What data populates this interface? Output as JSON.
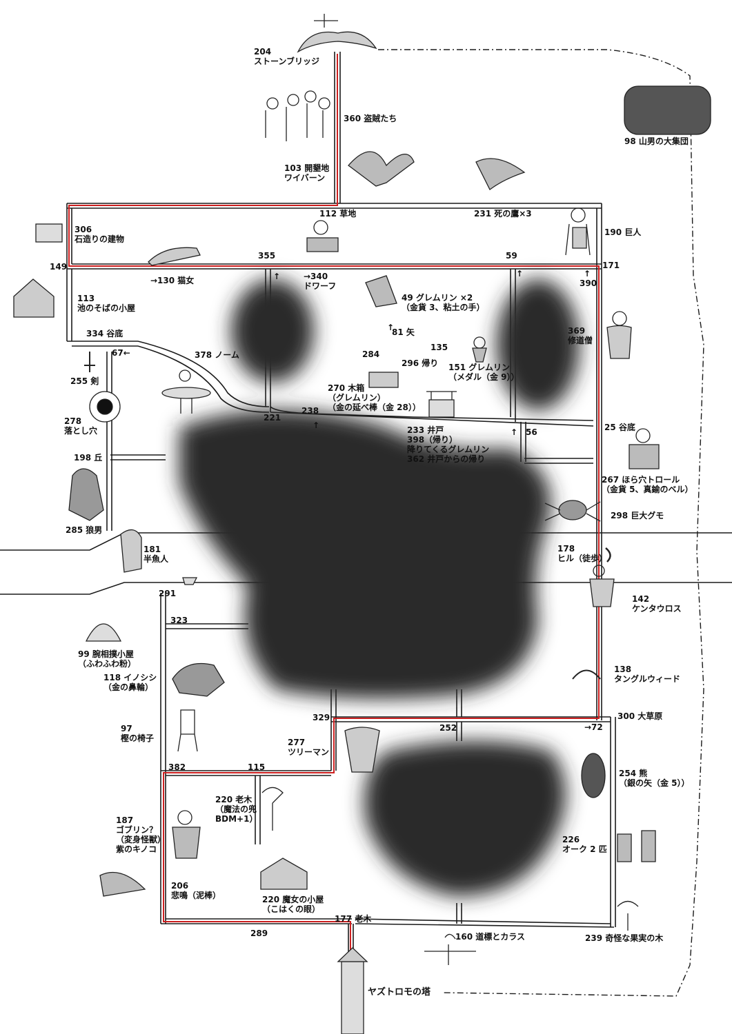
{
  "colors": {
    "route": "#cc1f1f",
    "road": "#1a1a1a",
    "fog": "#2a2a2a",
    "paper": "#ffffff"
  },
  "labels": {
    "l204": "204\nストーンブリッジ",
    "l360": "360 盗賊たち",
    "l98": "98 山男の大集団",
    "l103": "103 開墾地\nワイバーン",
    "l112": "112 草地",
    "l231": "231 死の鷹×3",
    "l306": "306\n石造りの建物",
    "l190": "190 巨人",
    "l149": "149",
    "l355": "355",
    "l59": "59",
    "l171": "171",
    "l130": "→130 猫女",
    "l340": "→340\nドワーフ",
    "l49": "49 グレムリン ×2\n（金貨 3、粘土の手）",
    "l390": "390",
    "l113": "113\n池のそばの小屋",
    "l369": "369\n修道僧",
    "l334": "334 谷底",
    "l81": "81 矢",
    "l378": "378 ノーム",
    "l135": "135",
    "l284": "284",
    "l296": "296 帰り",
    "l151": "151 グレムリン\n（メダル（金 9））",
    "l67": "67←",
    "l255": "255 剣",
    "l270": "270 木箱\n（グレムリン）\n（金の延べ棒（金 28））",
    "l278": "278\n落とし穴",
    "l221": "221",
    "l238": "238",
    "l233": "233 井戸\n398（帰り）\n降りてくるグレムリン\n362 井戸からの帰り",
    "l56": "56",
    "l25": "25 谷底",
    "l198": "198 丘",
    "l267": "267 ほら穴トロール\n（金貨 5、真鍮のベル）",
    "l298": "298 巨大グモ",
    "l285": "285 狼男",
    "l181": "181\n半魚人",
    "l178": "178\nヒル（徒歩）",
    "l142": "142\nケンタウロス",
    "l291": "291",
    "l323": "323",
    "l99": "99 腕相撲小屋\n（ふわふわ粉）",
    "l118": "118 イノシシ\n（金の鼻輪）",
    "l138": "138\nタングルウィード",
    "l97": "97\n樫の椅子",
    "l329": "329",
    "l252": "252",
    "l300": "300 大草原",
    "l72": "→72",
    "l277": "277\nツリーマン",
    "l382": "382",
    "l115": "115",
    "l254": "254 熊\n（銀の矢（金 5））",
    "l220a": "220 老木\n（魔法の兜\nBDM+1）",
    "l187": "187\nゴブリン？\n（変身怪獣）\n紫のキノコ",
    "l226": "226\nオーク 2 匹",
    "l206": "206\n悲鳴（泥棒）",
    "l220b": "220 魔女の小屋\n（こはくの眼）",
    "l177": "177 老木",
    "l289": "289",
    "l160": "160 道標とカラス",
    "l239": "239 奇怪な果実の木",
    "lYaz": "ヤズトロモの塔",
    "u1": "↑",
    "u2": "↑",
    "u3": "↑",
    "u4": "↑",
    "u5": "↑",
    "u6": "↑"
  }
}
